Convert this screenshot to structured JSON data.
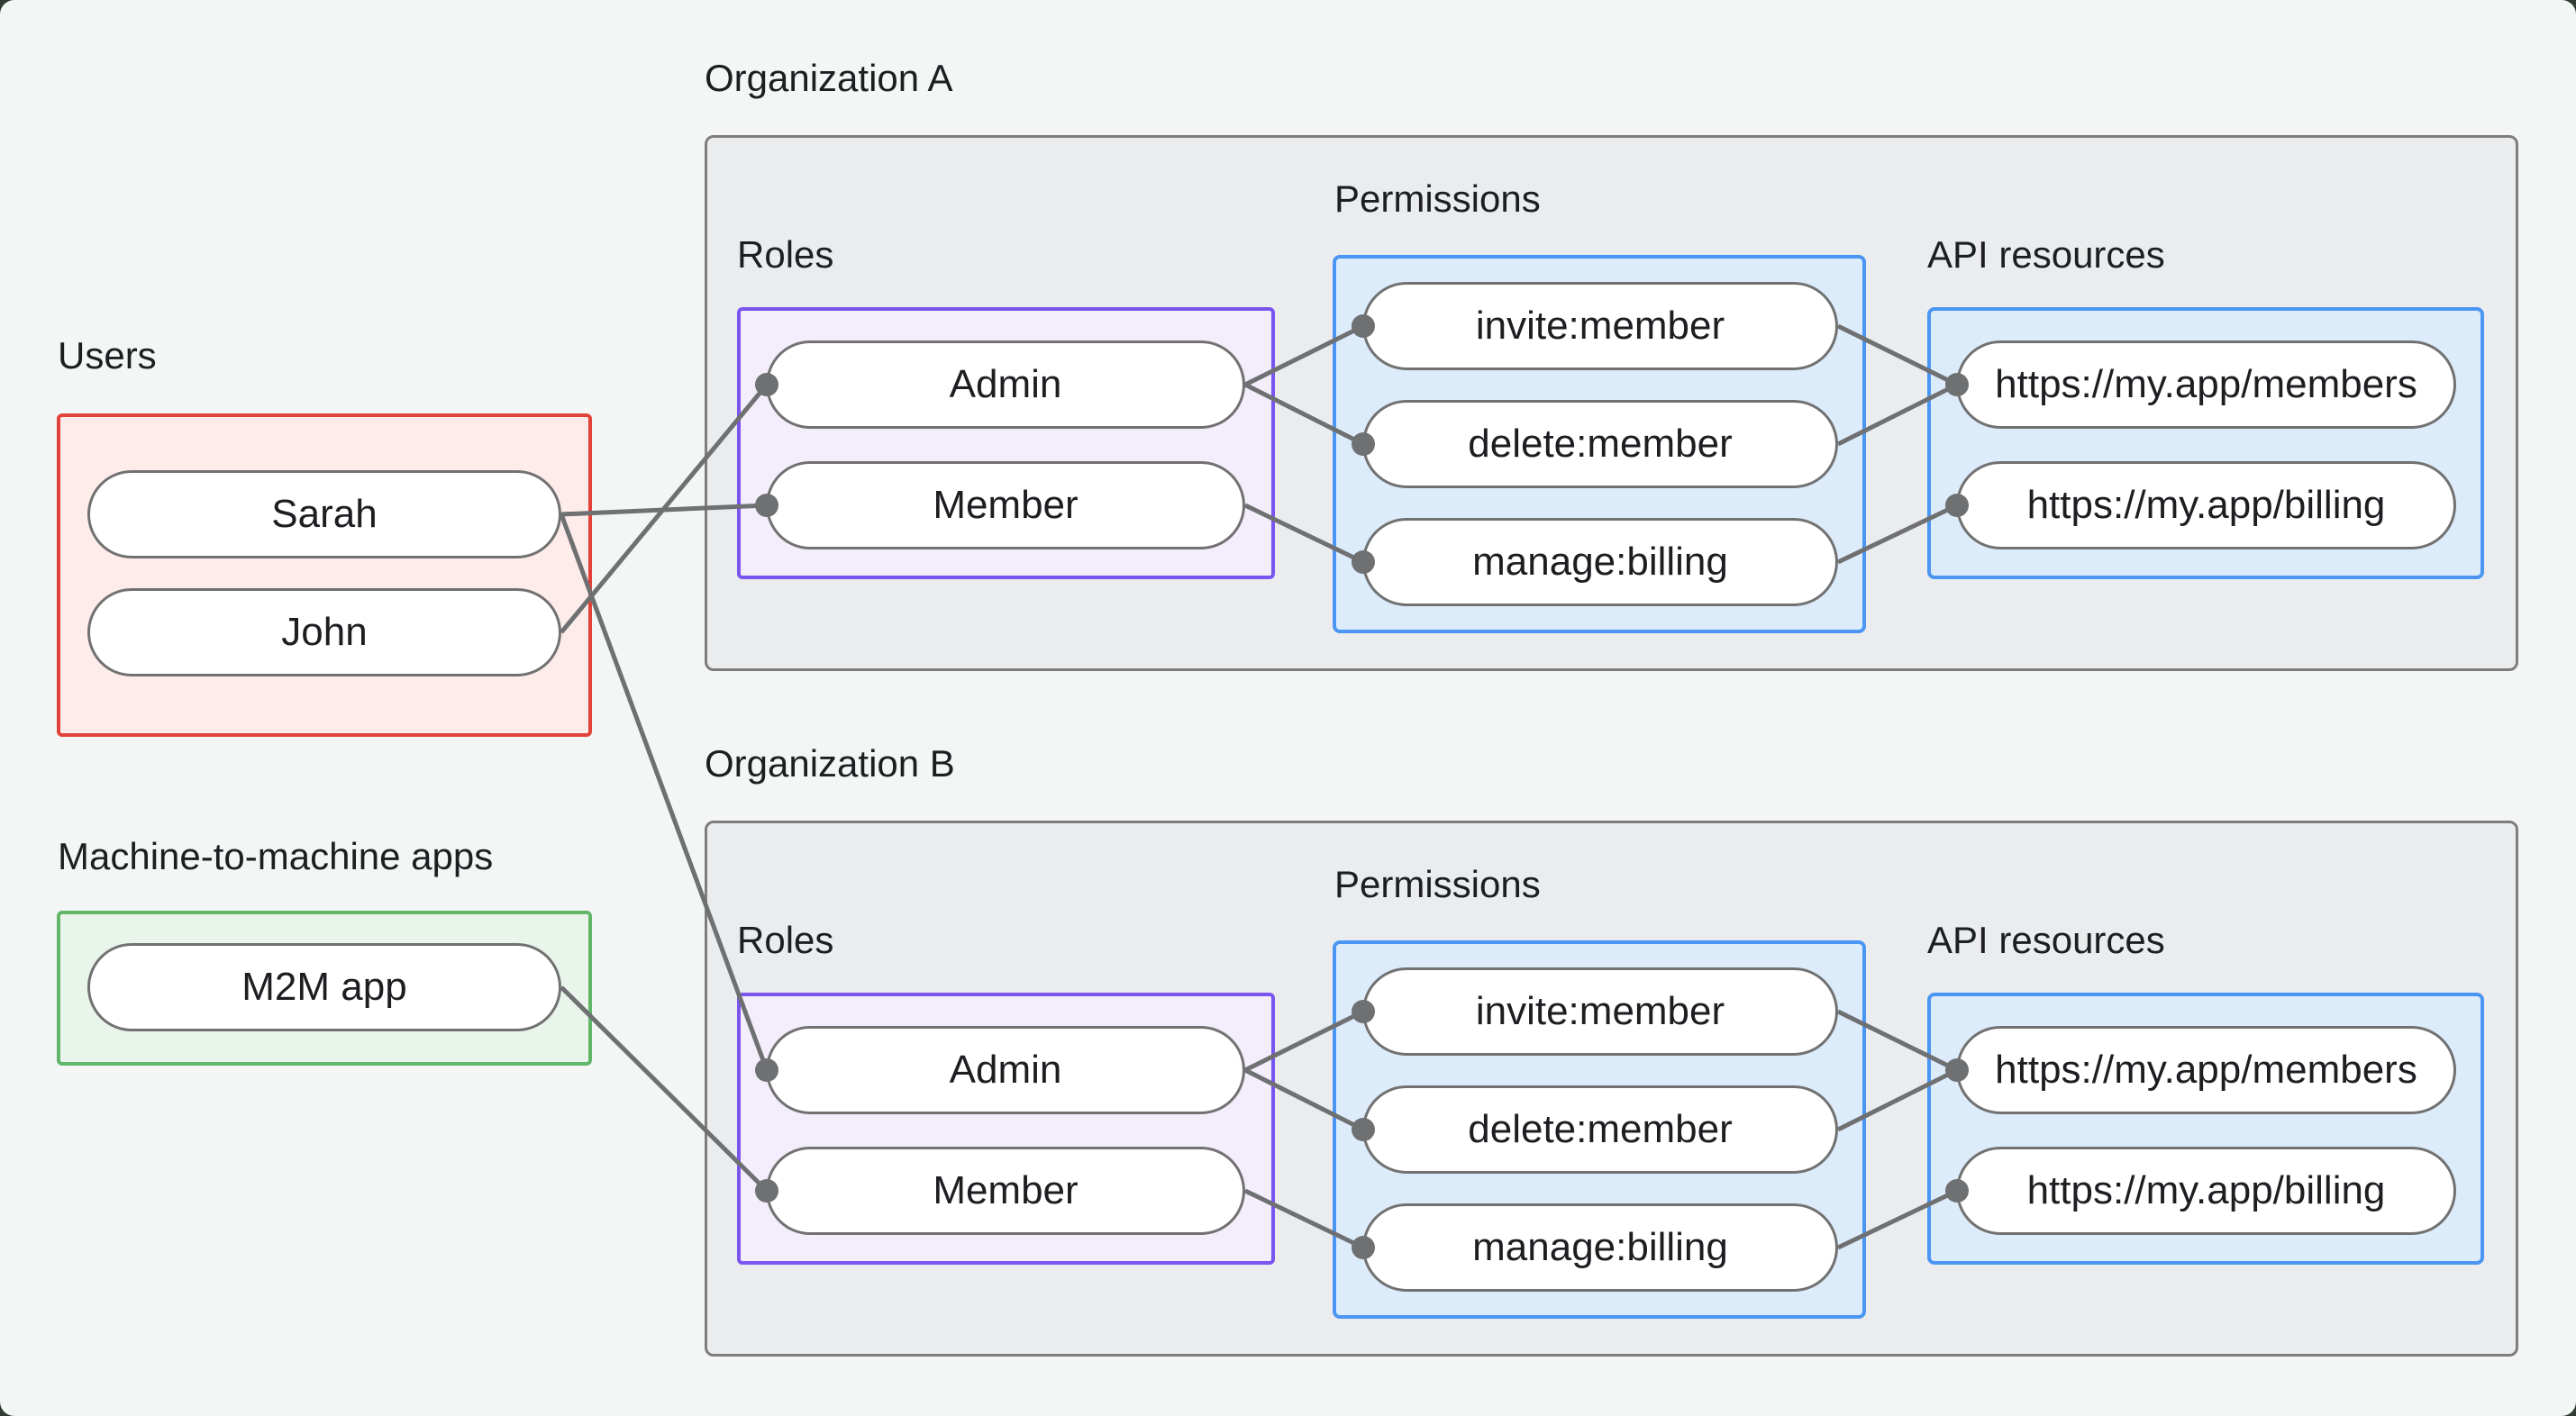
{
  "users_section": {
    "label": "Users",
    "items": [
      "Sarah",
      "John"
    ]
  },
  "m2m_section": {
    "label": "Machine-to-machine apps",
    "items": [
      "M2M app"
    ]
  },
  "org_a": {
    "label": "Organization A",
    "roles_label": "Roles",
    "permissions_label": "Permissions",
    "api_label": "API resources",
    "roles": [
      "Admin",
      "Member"
    ],
    "permissions": [
      "invite:member",
      "delete:member",
      "manage:billing"
    ],
    "api_resources": [
      "https://my.app/members",
      "https://my.app/billing"
    ]
  },
  "org_b": {
    "label": "Organization B",
    "roles_label": "Roles",
    "permissions_label": "Permissions",
    "api_label": "API resources",
    "roles": [
      "Admin",
      "Member"
    ],
    "permissions": [
      "invite:member",
      "delete:member",
      "manage:billing"
    ],
    "api_resources": [
      "https://my.app/members",
      "https://my.app/billing"
    ]
  },
  "edges": [
    {
      "from": "user-sarah",
      "to": "orgA-member"
    },
    {
      "from": "user-john",
      "to": "orgA-admin"
    },
    {
      "from": "user-sarah",
      "to": "orgB-admin"
    },
    {
      "from": "m2m-app",
      "to": "orgB-member"
    },
    {
      "from": "orgA-admin",
      "to": "orgA-invite"
    },
    {
      "from": "orgA-admin",
      "to": "orgA-delete"
    },
    {
      "from": "orgA-member",
      "to": "orgA-manage"
    },
    {
      "from": "orgA-invite",
      "to": "orgA-members"
    },
    {
      "from": "orgA-delete",
      "to": "orgA-members"
    },
    {
      "from": "orgA-manage",
      "to": "orgA-billing"
    },
    {
      "from": "orgB-admin",
      "to": "orgB-invite"
    },
    {
      "from": "orgB-admin",
      "to": "orgB-delete"
    },
    {
      "from": "orgB-member",
      "to": "orgB-manage"
    },
    {
      "from": "orgB-invite",
      "to": "orgB-members"
    },
    {
      "from": "orgB-delete",
      "to": "orgB-members"
    },
    {
      "from": "orgB-manage",
      "to": "orgB-billing"
    }
  ],
  "colors": {
    "background": "#f4f6f5",
    "page_corner": "#313b34",
    "org_box_fill": "#ebeced",
    "org_box_border": "#7d7d7d",
    "users_fill": "#fdecea",
    "users_border": "#e2423a",
    "m2m_fill": "#e9f5ea",
    "m2m_border": "#61b669",
    "roles_fill": "#f3edfc",
    "roles_border": "#7a55f0",
    "permissions_fill": "#ddecfb",
    "permissions_border": "#4c96f3",
    "pill_fill": "#ffffff",
    "pill_border": "#717171",
    "edge_line": "#6f7072",
    "text": "#1c1e21"
  }
}
